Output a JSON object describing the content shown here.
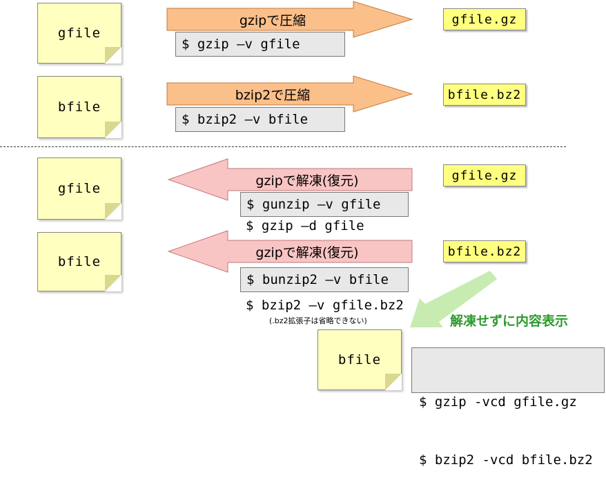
{
  "rows": {
    "gzip_compress": {
      "source": "gfile",
      "arrow_label": "gzipで圧縮",
      "command": "$ gzip –v gfile",
      "result": "gfile.gz"
    },
    "bzip2_compress": {
      "source": "bfile",
      "arrow_label": "bzip2で圧縮",
      "command": "$ bzip2 –v bfile",
      "result": "bfile.bz2"
    },
    "gzip_decompress": {
      "target": "gfile",
      "arrow_label": "gzipで解凍(復元)",
      "command": "$ gunzip –v gfile",
      "alt_command": "$ gzip –d gfile",
      "source": "gfile.gz"
    },
    "bzip2_decompress": {
      "target": "bfile",
      "arrow_label": "gzipで解凍(復元)",
      "command": "$ bunzip2 –v bfile",
      "alt_command": "$ bzip2 –v gfile.bz2",
      "note": "(.bz2拡張子は省略できない)",
      "source": "bfile.bz2"
    }
  },
  "view": {
    "label": "解凍せずに内容表示",
    "file": "bfile",
    "commands": [
      "$ gzip -vcd gfile.gz",
      "$ bzip2 -vcd bfile.bz2"
    ]
  },
  "colors": {
    "note_fill": "#ffffc0",
    "label_fill": "#ffff80",
    "compress_arrow": "#fbbf8a",
    "decompress_arrow": "#f9c4c4",
    "view_arrow": "#c7ebb0",
    "view_text": "#2e9a2e"
  }
}
